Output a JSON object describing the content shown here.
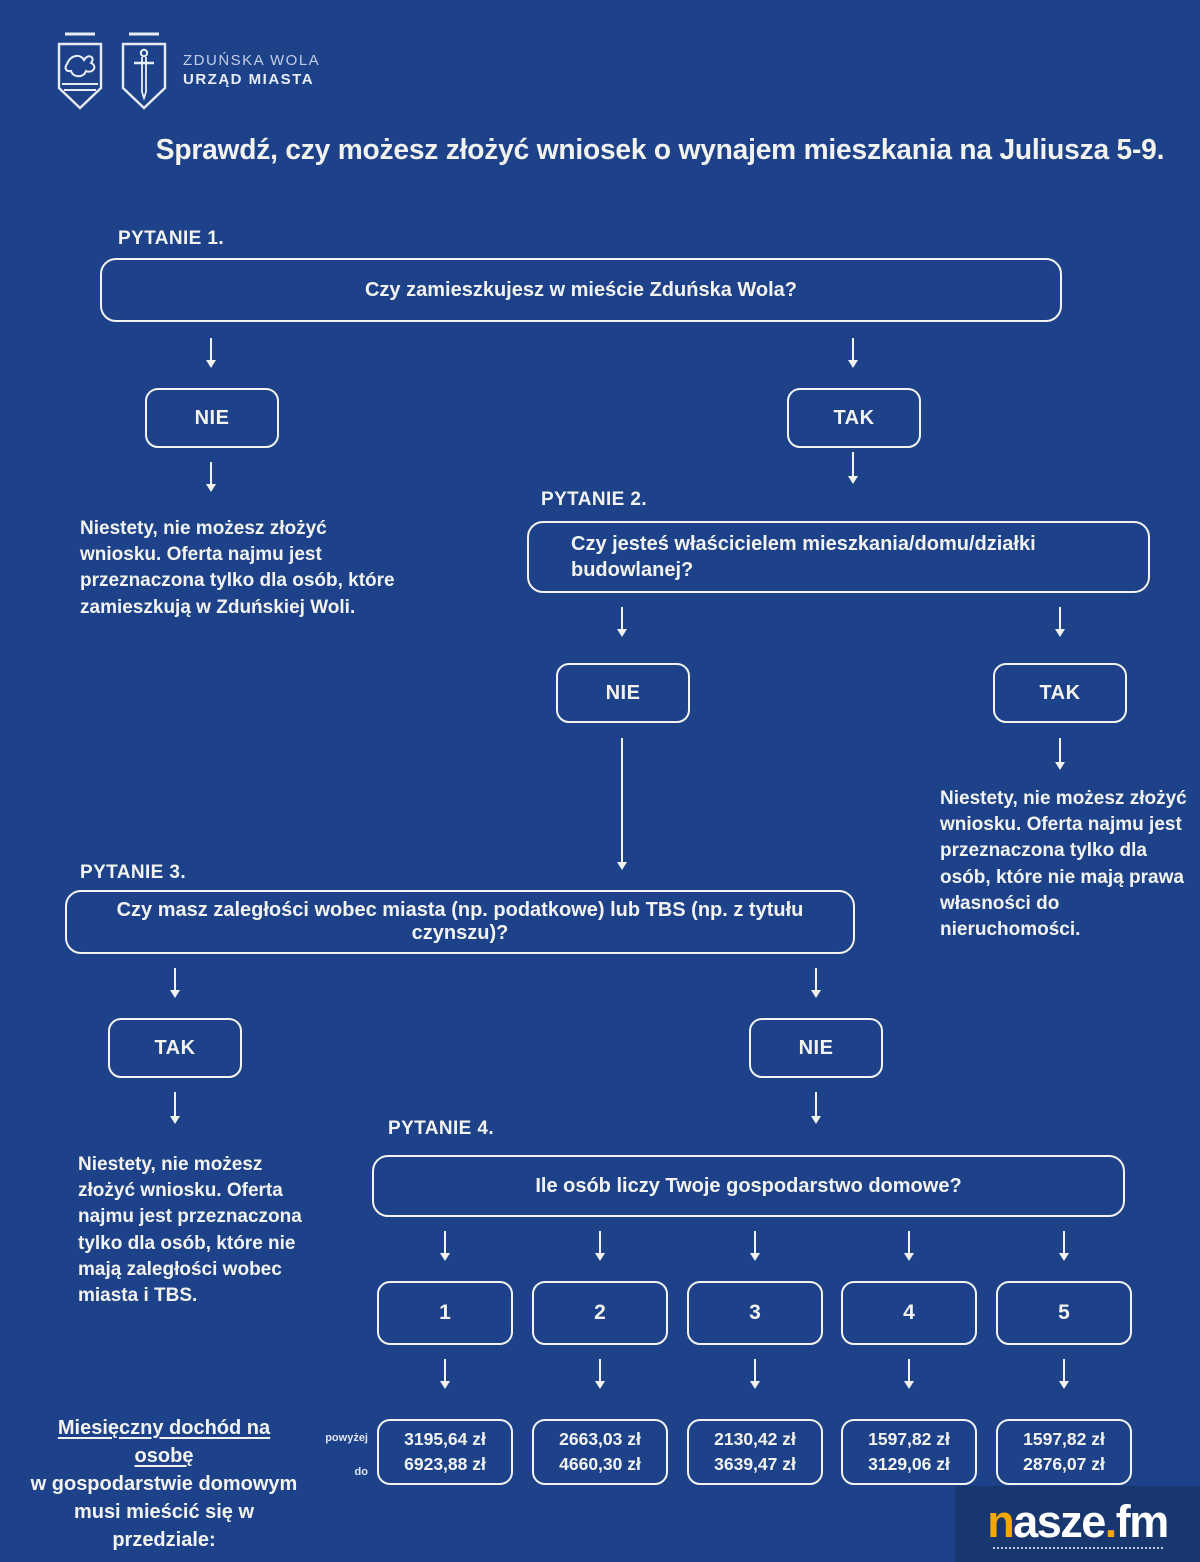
{
  "colors": {
    "background": "#1e4289",
    "line": "#f2f3ee",
    "footer_band": "#18376f",
    "brand_yellow": "#f6a800"
  },
  "logo": {
    "org_line1": "ZDUŃSKA WOLA",
    "org_line2": "URZĄD MIASTA"
  },
  "title": "Sprawdź, czy możesz złożyć wniosek  o wynajem mieszkania na Juliusza 5-9.",
  "answers": {
    "yes": "TAK",
    "no": "NIE"
  },
  "questions": [
    {
      "label": "PYTANIE 1.",
      "text": "Czy zamieszkujesz w mieście Zduńska Wola?"
    },
    {
      "label": "PYTANIE 2.",
      "text": "Czy jesteś właścicielem mieszkania/domu/działki budowlanej?"
    },
    {
      "label": "PYTANIE 3.",
      "text": "Czy masz zaległości wobec miasta (np. podatkowe) lub TBS (np. z tytułu czynszu)?"
    },
    {
      "label": "PYTANIE 4.",
      "text": "Ile osób liczy Twoje gospodarstwo domowe?"
    }
  ],
  "outcomes": {
    "q1_no": "Niestety, nie możesz złożyć wniosku. Oferta najmu jest przeznaczona tylko dla osób, które zamieszkują w Zduńskiej Woli.",
    "q2_yes": "Niestety, nie możesz złożyć wniosku. Oferta najmu jest przeznaczona tylko dla osób, które nie mają prawa własności do nieruchomości.",
    "q3_yes": "Niestety, nie możesz złożyć wniosku. Oferta najmu jest przeznaczona tylko dla osób, które nie mają zaległości wobec miasta i TBS."
  },
  "household": {
    "sizes": [
      "1",
      "2",
      "3",
      "4",
      "5"
    ],
    "row_labels": {
      "above": "powyżej",
      "to": "do"
    },
    "income_ranges": [
      {
        "above": "3195,64 zł",
        "to": "6923,88 zł"
      },
      {
        "above": "2663,03 zł",
        "to": "4660,30 zł"
      },
      {
        "above": "2130,42 zł",
        "to": "3639,47 zł"
      },
      {
        "above": "1597,82 zł",
        "to": "3129,06 zł"
      },
      {
        "above": "1597,82 zł",
        "to": "2876,07 zł"
      }
    ],
    "income_note_line1": "Miesięczny dochód na osobę",
    "income_note_line2": "w gospodarstwie domowym",
    "income_note_line3": "musi mieścić się w przedziale:"
  },
  "footer": {
    "brand_part1": "n",
    "brand_part2": "asze",
    "brand_dot": ".",
    "brand_part3": "fm"
  }
}
